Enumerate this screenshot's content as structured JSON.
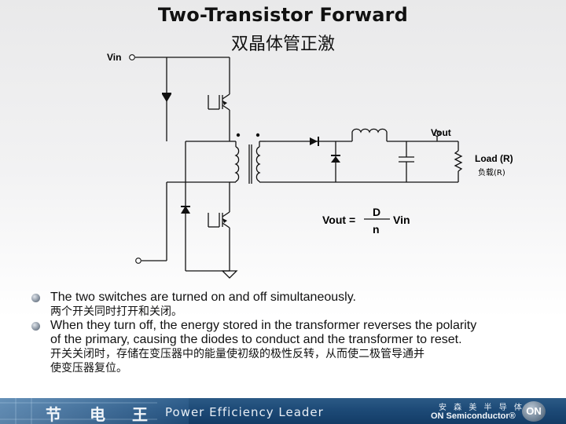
{
  "title": "Two-Transistor Forward",
  "subtitle": "双晶体管正激",
  "diagram": {
    "vin_label": "Vin",
    "vout_label": "Vout",
    "load_label": "Load (R)",
    "load_label_zh": "负载(R)",
    "formula": {
      "lhs": "Vout =",
      "numerator": "D",
      "denominator": "n",
      "rhs": "Vin"
    }
  },
  "bullets": [
    {
      "en": "The two switches are turned on and off simultaneously.",
      "zh": "两个开关同时打开和关闭。"
    },
    {
      "en_line1": "When they turn off, the energy stored in the transformer reverses the polarity",
      "en_line2": "of the primary, causing the diodes to conduct and the transformer to reset.",
      "zh_line1": "开关关闭时，存储在变压器中的能量使初级的极性反转，从而使二极管导通并",
      "zh_line2": "使变压器复位。"
    }
  ],
  "footer": {
    "cn_chars": [
      "节",
      "电",
      "王"
    ],
    "tagline": "Power Efficiency Leader",
    "company_cn": "安 森 美 半 导 体",
    "company_en": "ON Semiconductor®",
    "logo_text": "ON"
  },
  "colors": {
    "footer_bg": "#1d4a77",
    "wire": "#111111"
  }
}
